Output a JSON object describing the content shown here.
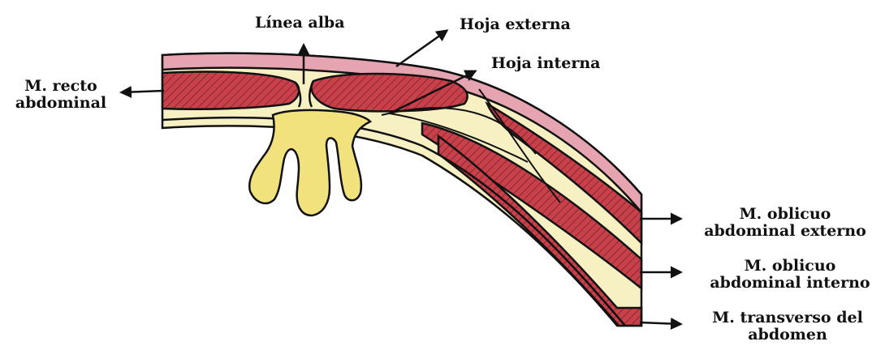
{
  "labels": {
    "linea_alba": "Línea alba",
    "hoja_externa": "Hoja externa",
    "hoja_interna": "Hoja interna",
    "recto": [
      "M. recto",
      "abdominal"
    ],
    "oblicuo_externo": [
      "M. oblicuo",
      "abdominal externo"
    ],
    "oblicuo_interno": [
      "M. oblicuo",
      "abdominal interno"
    ],
    "transverso": [
      "M. transverso del",
      "abdomen"
    ]
  },
  "colors": {
    "skin": "#e6a4b0",
    "muscle": "#c8404a",
    "fascia": "#f7f0c2",
    "fat": "#f2e27e",
    "outline": "#111111"
  }
}
